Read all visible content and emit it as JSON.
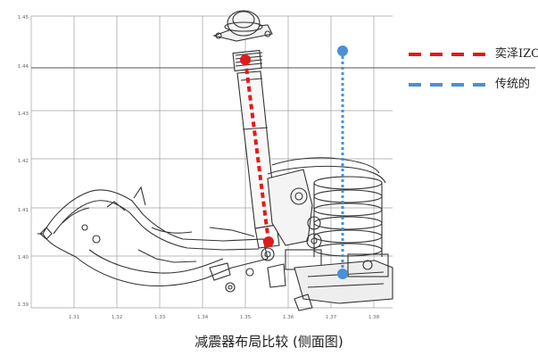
{
  "legend": [
    {
      "label": "奕泽IZOA",
      "color": "#e01b1b",
      "style": "dashed"
    },
    {
      "label": "传统的",
      "color": "#4a8fd8",
      "style": "dashed"
    }
  ],
  "caption": "减震器布局比较 (侧面图)",
  "axes": {
    "y_ticks": [
      "1.45",
      "1.44",
      "1.43",
      "1.42",
      "1.41",
      "1.40",
      "1.39"
    ],
    "x_ticks": [
      "1.31",
      "1.32",
      "1.33",
      "1.34",
      "1.35",
      "1.36",
      "1.37",
      "1.38"
    ]
  },
  "colors": {
    "izoa": "#e01b1b",
    "traditional": "#4a8fd8",
    "grid": "#9a9a9a",
    "drawing": "#333333"
  }
}
